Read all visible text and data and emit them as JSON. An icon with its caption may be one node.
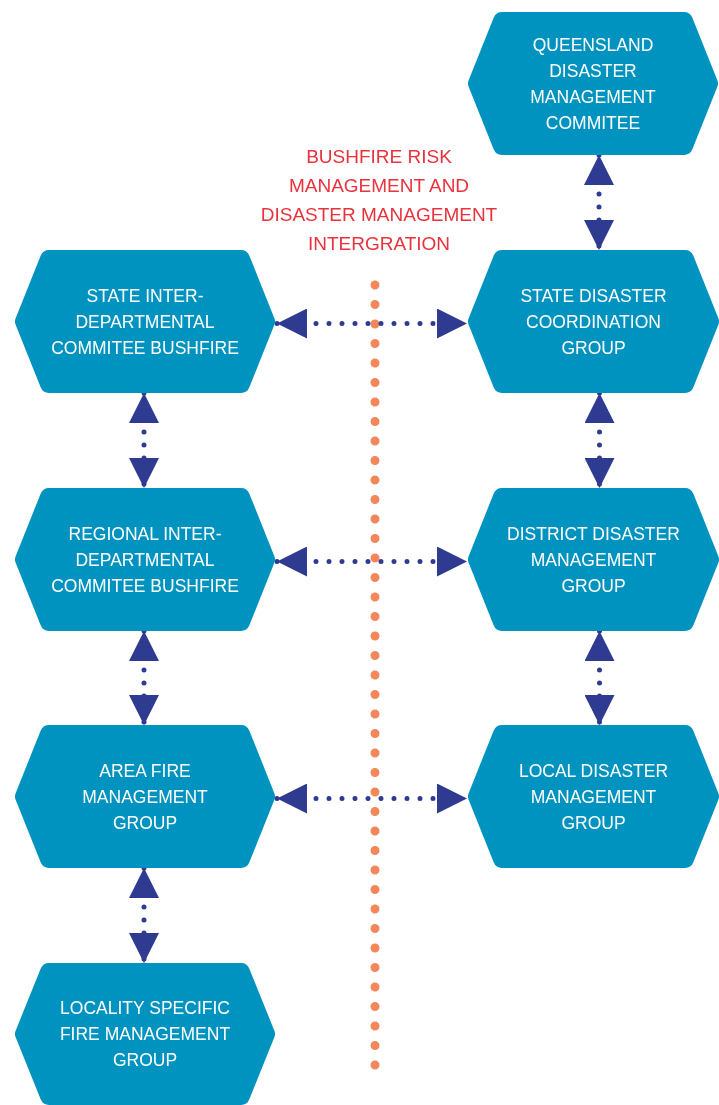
{
  "diagram": {
    "nodes": [
      {
        "text": [
          "QUEENSLAND DISASTER MANAGEMENT COMMITEE"
        ]
      },
      {
        "text": [
          "STATE INTER-DEPARTMENTAL COMMITEE BUSHFIRE"
        ]
      },
      {
        "text": [
          "STATE DISASTER COORDINATION GROUP"
        ]
      },
      {
        "text": [
          "REGIONAL INTER-DEPARTMENTAL COMMITEE BUSHFIRE"
        ]
      },
      {
        "text": [
          "DISTRICT DISASTER MANAGEMENT GROUP"
        ]
      },
      {
        "text": [
          "AREA FIRE MANAGEMENT GROUP"
        ]
      },
      {
        "text": [
          "LOCAL DISASTER MANAGEMENT GROUP"
        ]
      },
      {
        "text": [
          "LOCALITY SPECIFIC FIRE MANAGEMENT GROUP"
        ]
      }
    ],
    "edges": [
      {
        "from": 0,
        "to": 2,
        "arrow": "both"
      },
      {
        "from": 1,
        "to": 2,
        "arrow": "both"
      },
      {
        "from": 1,
        "to": 3,
        "arrow": "both"
      },
      {
        "from": 2,
        "to": 4,
        "arrow": "both"
      },
      {
        "from": 3,
        "to": 4,
        "arrow": "both"
      },
      {
        "from": 3,
        "to": 5,
        "arrow": "both"
      },
      {
        "from": 4,
        "to": 6,
        "arrow": "both"
      },
      {
        "from": 5,
        "to": 6,
        "arrow": "both"
      },
      {
        "from": 5,
        "to": 7,
        "arrow": "both"
      }
    ],
    "labels": [
      "BUSHFIRE RISK MANAGEMENT AND DISASTER MANAGEMENT INTERGRATION"
    ]
  }
}
